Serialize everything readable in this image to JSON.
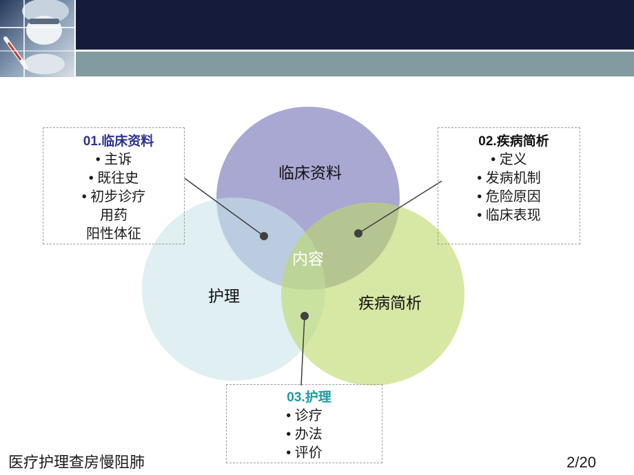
{
  "header": {
    "band_dark_color": "#151c3b",
    "band_gray_color": "#819ba0"
  },
  "venn": {
    "center_label": "内容",
    "top": {
      "label": "临床资料",
      "color": "#a9a8d2"
    },
    "left": {
      "label": "护理",
      "color": "#c9e5e9"
    },
    "right": {
      "label": "疾病简析",
      "color": "#bcd967"
    }
  },
  "callouts": {
    "clinical": {
      "title": "01.临床资料",
      "title_color": "#2e3192",
      "items": [
        "• 主诉",
        "• 既往史",
        "• 初步诊疗",
        "用药",
        "阳性体征"
      ]
    },
    "disease": {
      "title": "02.疾病简析",
      "title_color": "#111111",
      "items": [
        "• 定义",
        "• 发病机制",
        "• 危险原因",
        "• 临床表现"
      ]
    },
    "nursing": {
      "title": "03.护理",
      "title_color": "#1c9b9d",
      "items": [
        "• 诊疗",
        "• 办法",
        "• 评价"
      ]
    }
  },
  "footer": {
    "title": "医疗护理查房慢阻肺",
    "page": "2/20"
  }
}
